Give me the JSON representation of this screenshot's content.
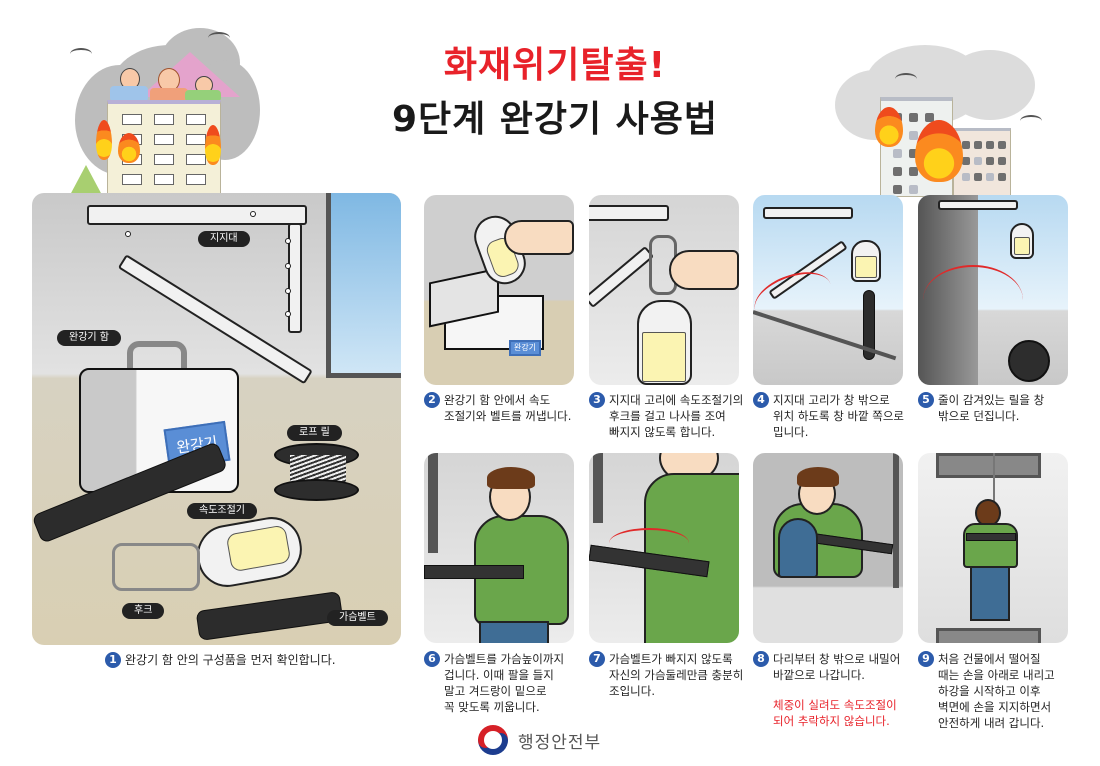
{
  "header": {
    "title_line1": "화재위기탈출!",
    "title_line2": "9단계 완강기 사용법",
    "title_line1_color": "#e8222a",
    "title_line2_color": "#1a1a1a"
  },
  "illustrations": {
    "left": "family-on-burning-apartment-roof",
    "right": "burning-office-buildings"
  },
  "step1_labels": {
    "support": "지지대",
    "box": "완강기 함",
    "box_sticker": "완강기",
    "rope_reel": "로프 릴",
    "speed_regulator": "속도조절기",
    "hook": "후크",
    "chest_belt": "가슴벨트"
  },
  "steps": [
    {
      "number": "1",
      "text": "완강기 함 안의 구성품을 먼저 확인합니다."
    },
    {
      "number": "2",
      "text": "완강기 함 안에서 속도\n조절기와 벨트를 꺼냅니다."
    },
    {
      "number": "3",
      "text": "지지대 고리에 속도조절기의\n후크를 걸고 나사를 조여\n빠지지 않도록 합니다."
    },
    {
      "number": "4",
      "text": "지지대 고리가 창 밖으로\n위치 하도록 창 바깥 쪽으로\n밉니다."
    },
    {
      "number": "5",
      "text": "줄이 감겨있는 릴을 창\n밖으로 던집니다."
    },
    {
      "number": "6",
      "text": "가슴벨트를 가슴높이까지\n겁니다. 이때 팔을 들지\n말고 겨드랑이 밑으로\n꼭 맞도록 끼웁니다."
    },
    {
      "number": "7",
      "text": "가슴벨트가 빠지지 않도록\n자신의 가슴둘레만큼 충분히\n조입니다."
    },
    {
      "number": "8",
      "text": "다리부터 창 밖으로 내밀어\n바깥으로 나갑니다.",
      "warning": "체중이 실려도 속도조절이\n되어 추락하지 않습니다."
    },
    {
      "number": "9",
      "text": "처음 건물에서 떨어질\n때는 손을 아래로 내리고\n하강을 시작하고 이후\n벽면에 손을 지지하면서\n안전하게 내려 갑니다."
    }
  ],
  "colors": {
    "badge": "#2c5bab",
    "warning": "#e8222a",
    "box_sticker": "#5a8ed6"
  },
  "footer": {
    "ministry": "행정안전부"
  }
}
